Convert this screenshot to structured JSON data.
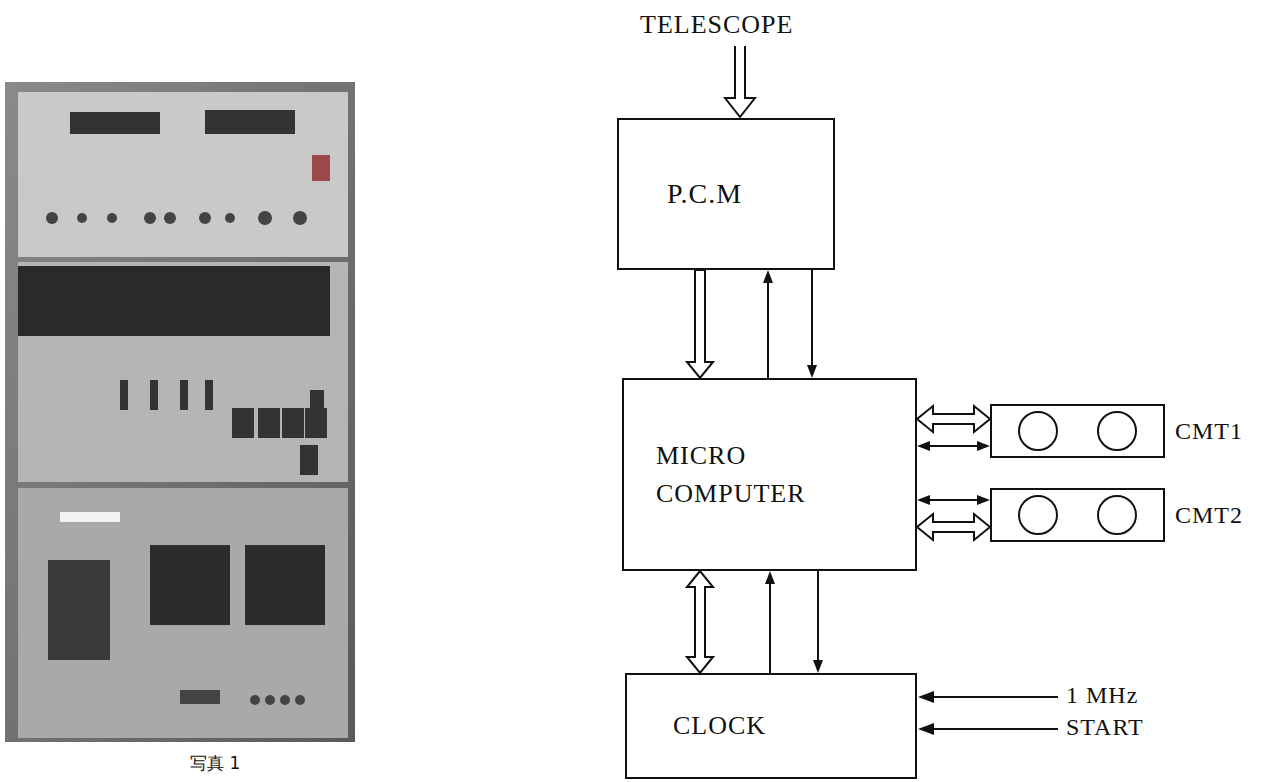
{
  "diagram": {
    "caption": "写真 1",
    "nodes": [
      {
        "text": [
          "P.C.M"
        ]
      },
      {
        "text": [
          "MICRO COMPUTER"
        ]
      },
      {
        "text": [
          "CMT1"
        ]
      },
      {
        "text": [
          "CMT2"
        ]
      },
      {
        "text": [
          "CLOCK"
        ]
      }
    ],
    "edges": [
      {
        "from": 0,
        "to": 1,
        "arrow": "to"
      },
      {
        "from": 1,
        "to": 0,
        "arrow": "to"
      },
      {
        "from": 0,
        "to": 1,
        "arrow": "to"
      },
      {
        "from": 1,
        "to": 2,
        "arrow": "both"
      },
      {
        "from": 1,
        "to": 2,
        "arrow": "both"
      },
      {
        "from": 1,
        "to": 3,
        "arrow": "both"
      },
      {
        "from": 1,
        "to": 3,
        "arrow": "both"
      },
      {
        "from": 1,
        "to": 4,
        "arrow": "both"
      },
      {
        "from": 4,
        "to": 1,
        "arrow": "to"
      },
      {
        "from": 1,
        "to": 4,
        "arrow": "to"
      }
    ],
    "labels": [
      "TELESCOPE",
      "1 MHz",
      "START"
    ]
  }
}
